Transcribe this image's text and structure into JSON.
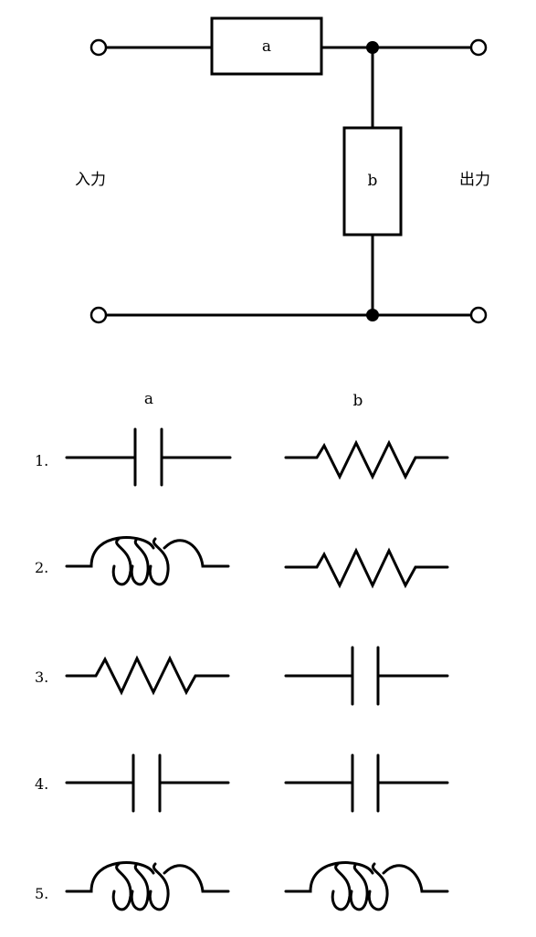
{
  "circuit": {
    "box_a_label": "a",
    "box_b_label": "b",
    "input_label": "入力",
    "output_label": "出力"
  },
  "options": {
    "col_a_header": "a",
    "col_b_header": "b",
    "rows": [
      {
        "label": "1.",
        "a": "capacitor",
        "b": "resistor"
      },
      {
        "label": "2.",
        "a": "inductor",
        "b": "resistor"
      },
      {
        "label": "3.",
        "a": "resistor",
        "b": "capacitor"
      },
      {
        "label": "4.",
        "a": "capacitor",
        "b": "capacitor"
      },
      {
        "label": "5.",
        "a": "inductor",
        "b": "inductor"
      }
    ]
  }
}
